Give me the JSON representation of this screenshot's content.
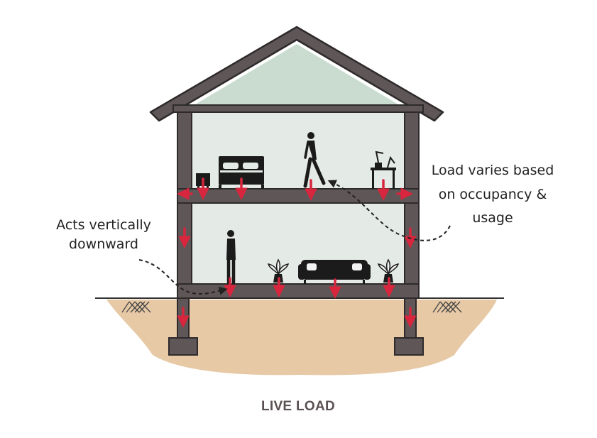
{
  "diagram": {
    "caption": "LIVE LOAD",
    "annotations": {
      "left": {
        "lines": [
          "Acts vertically",
          "downward"
        ]
      },
      "right": {
        "lines": [
          "Load varies based",
          "on occupancy &",
          "usage"
        ]
      }
    },
    "colors": {
      "structure": "#5e5657",
      "arrow": "#d7263d",
      "ground": "#e7c9a6",
      "interior": "#e4ebe6",
      "attic": "#c9dccf",
      "furniture": "#1b1b1b"
    },
    "icons": [
      "bed-icon",
      "nightstand-icon",
      "walking-person-icon",
      "desk-lamp-icon",
      "standing-person-icon",
      "plant-icon",
      "sofa-icon",
      "plant-icon"
    ]
  }
}
